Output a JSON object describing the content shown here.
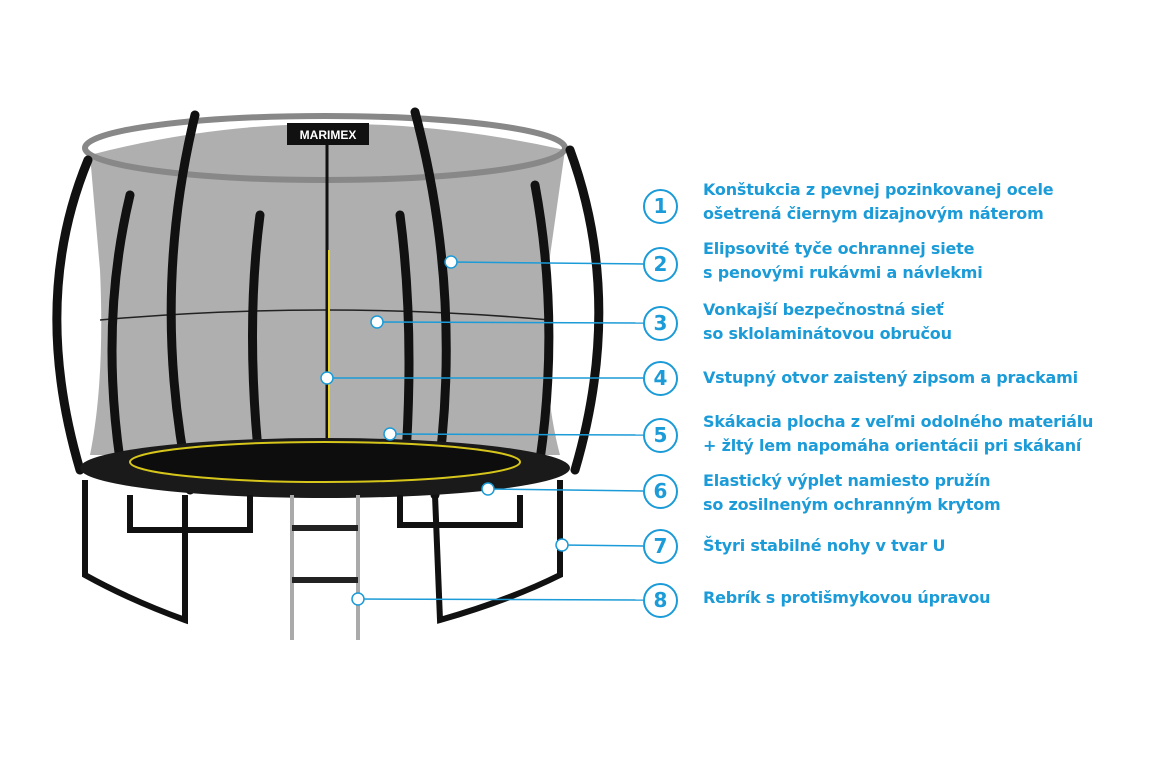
{
  "logo": "MARIMEX",
  "accent": "#1b9bd7",
  "callouts": [
    {
      "n": "1",
      "l1": "Konštukcia z pevnej pozinkovanej ocele",
      "l2": "ošetrená čiernym dizajnovým náterom"
    },
    {
      "n": "2",
      "l1": "Elipsovité tyče ochrannej siete",
      "l2": "s penovými rukávmi a návlekmi"
    },
    {
      "n": "3",
      "l1": "Vonkajší bezpečnostná sieť",
      "l2": "so sklolaminátovou obručou"
    },
    {
      "n": "4",
      "l1": "Vstupný otvor zaistený zipsom a prackami",
      "l2": ""
    },
    {
      "n": "5",
      "l1": "Skákacia plocha z veľmi odolného materiálu",
      "l2": "+ žltý lem napomáha orientácii pri skákaní"
    },
    {
      "n": "6",
      "l1": "Elastický výplet namiesto pružín",
      "l2": "so zosilneným ochranným krytom"
    },
    {
      "n": "7",
      "l1": "Štyri stabilné nohy v tvar U",
      "l2": ""
    },
    {
      "n": "8",
      "l1": "Rebrík s protišmykovou úpravou",
      "l2": ""
    }
  ]
}
